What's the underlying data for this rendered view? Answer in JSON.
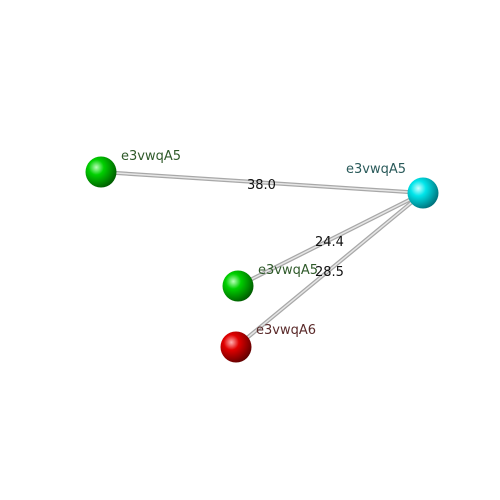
{
  "nodes": [
    {
      "id": "n1",
      "label": "e3vwqA5",
      "color": "#00d000",
      "label_color": "#2f5a2a"
    },
    {
      "id": "n2",
      "label": "e3vwqA5",
      "color": "#00e5ea",
      "label_color": "#2a5a5a"
    },
    {
      "id": "n3",
      "label": "e3vwqA5",
      "color": "#00d000",
      "label_color": "#2f5a2a"
    },
    {
      "id": "n4",
      "label": "e3vwqA6",
      "color": "#e00000",
      "label_color": "#5a2a2a"
    }
  ],
  "edges": [
    {
      "id": "e1",
      "from": "n1",
      "to": "n2",
      "label": "38.0"
    },
    {
      "id": "e2",
      "from": "n3",
      "to": "n2",
      "label": "24.4"
    },
    {
      "id": "e3",
      "from": "n4",
      "to": "n2",
      "label": "28.5"
    }
  ],
  "colors": {
    "edge": "#bdbdbd",
    "edge_highlight": "#e8e8e8",
    "background": "#ffffff"
  }
}
